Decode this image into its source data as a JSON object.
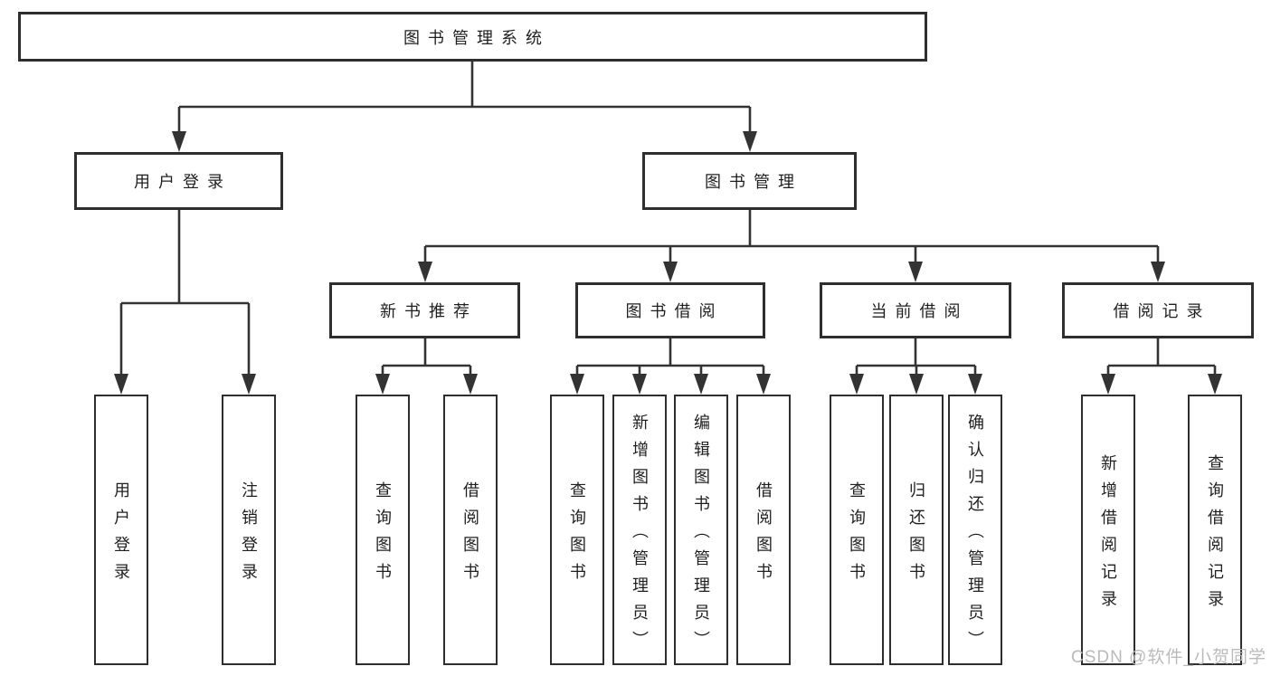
{
  "diagram": {
    "root": {
      "label": "图书管理系统"
    },
    "level2": [
      {
        "label": "用户登录"
      },
      {
        "label": "图书管理"
      }
    ],
    "level3": [
      {
        "label": "新书推荐"
      },
      {
        "label": "图书借阅"
      },
      {
        "label": "当前借阅"
      },
      {
        "label": "借阅记录"
      }
    ],
    "leaves": {
      "user_login": [
        "用户登录",
        "注销登录"
      ],
      "new_book_recommend": [
        "查询图书",
        "借阅图书"
      ],
      "book_borrow": [
        "查询图书",
        "新增图书（管理员）",
        "编辑图书（管理员）",
        "借阅图书"
      ],
      "current_borrow": [
        "查询图书",
        "归还图书",
        "确认归还（管理员）"
      ],
      "borrow_record": [
        "新增借阅记录",
        "查询借阅记录"
      ]
    }
  },
  "watermark": {
    "text": "CSDN @软件_小贺同学"
  },
  "colors": {
    "line": "#333333",
    "box_border": "#2e2e2e",
    "text": "#1f1f1f",
    "background": "#ffffff",
    "watermark": "#b9babc"
  }
}
